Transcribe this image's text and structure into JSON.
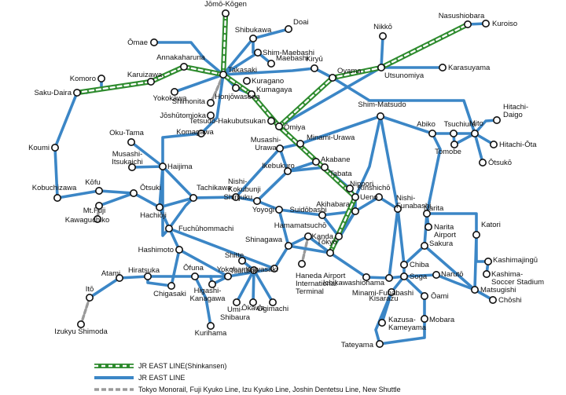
{
  "colors": {
    "conventional": "#3b86c6",
    "shinkansen_edge": "#2e8b2e",
    "shinkansen_fill": "#ffffff",
    "other": "#9a9a9a",
    "station_fill": "#ffffff",
    "station_stroke": "#111111"
  },
  "legend": {
    "shinkansen": "JR EAST LINE(Shinkansen)",
    "conventional": "JR EAST LINE",
    "other": "Tokyo Monorail, Fuji Kyuko Line, Izu Kyuko Line, Joshin Dentetsu Line, New Shuttle"
  },
  "stations": {
    "jomo": "Jōmō-Kōgen",
    "shibukawa": "Shibukawa",
    "doai": "Doai",
    "omae": "Ōmae",
    "shimmaebashi": "Shim-Maebashi",
    "maebashi": "Maebashi",
    "nasushiobara": "Nasushiobara",
    "kuroiso": "Kuroiso",
    "nikko": "Nikkō",
    "annakaharuna": "Annakaharuna",
    "takasaki": "Takasaki",
    "kiryu": "Kiryū",
    "karuizawa": "Karuizawa",
    "komoro": "Komoro",
    "sakudaira": "Saku-Daira",
    "yokokawa": "Yokokawa",
    "shimonita": "Shimonita",
    "kuragano": "Kuragano",
    "oyama": "Oyama",
    "utsunomiya": "Utsunomiya",
    "karasuyama": "Karasuyama",
    "kumagaya": "Kumagaya",
    "honjowaseda": "Honjōwaseda",
    "joshutomioka": "Jōshūtomioka",
    "tetsudo": "Tetsudō-Hakubutsukan",
    "omiya": "Ōmiya",
    "hitachidaigo": "Hitachi-Daigo",
    "komagawa": "Komagawa",
    "shimmatsudo": "Shim-Matsudo",
    "abiko": "Abiko",
    "tsuchiura": "Tsuchiura",
    "mito": "Mito",
    "hitachiota": "Hitachi-Ōta",
    "tomobe": "Tomobe",
    "otsuko": "Ōtsukō",
    "okutama": "Oku-Tama",
    "minamiurawa": "Minami-Urawa",
    "koumi": "Koumi",
    "musashiitsukaichi": "Musashi-Itsukaichi",
    "haijima": "Haijima",
    "musashiurawa": "Musashi-Urawa",
    "akabane": "Akabane",
    "ikebukuro": "Ikebukuro",
    "tabata": "Tabata",
    "kobuchizawa": "Kobuchizawa",
    "kofu": "Kōfu",
    "otsuki": "Ōtsuki",
    "tachikawa": "Tachikawa",
    "nishikokubunji": "Nishi-Kokubunji",
    "nippori": "Nippori",
    "mtfuji": "Mt.Fuji",
    "hachioji": "Hachiōji",
    "shinjuku": "Shinjuku",
    "ueno": "Ueno",
    "kawaguchiko": "Kawaguchiko",
    "yoyogi": "Yoyogi",
    "suidobashi": "Suidōbashi",
    "akihabara": "Akihabara",
    "kinshicho": "Kinshichō",
    "nishifunabashi": "Nishi-Funabashi",
    "narita": "Narita",
    "naritaairport": "Narita Airport",
    "fuchuhommachi": "Fuchūhommachi",
    "kanda": "Kanda",
    "hamamatsucho": "Hamamatsuchō",
    "shinagawa": "Shinagawa",
    "tokyo": "Tōkyō",
    "katori": "Katori",
    "hashimoto": "Hashimoto",
    "sakura": "Sakura",
    "kashimajingu": "Kashimajingū",
    "kashimastadium": "Kashima-Soccer Stadium",
    "hiratsuka": "Hiratsuka",
    "ofuna": "Ōfuna",
    "yokohama": "Yokohama",
    "shitte": "Shitte",
    "tsurumi": "Tsurumi",
    "kawasaki": "Kawasaki",
    "chiba": "Chiba",
    "soga": "Soga",
    "naruto": "Narutō",
    "atami": "Atami",
    "chigasaki": "Chigasaki",
    "higashikanagawa": "Higashi-Kanagawa",
    "haneda": "Haneda Airport International Terminal",
    "ichikawa": "Ichikawashiohama",
    "minamifunabashi": "Minami-Funabashi",
    "oami": "Ōami",
    "matsugishi": "Matsugishi",
    "ito": "Itō",
    "umishibaura": "Umi-Shibaura",
    "okawa": "Ōkawa",
    "ogimachi": "Ōgimachi",
    "kisarazu": "Kisarazu",
    "choshi": "Chōshi",
    "izukyu": "Izukyu Shimoda",
    "kurihama": "Kurihama",
    "kazusa": "Kazusa-Kameyama",
    "mobara": "Mobara",
    "tateyama": "Tateyama"
  }
}
